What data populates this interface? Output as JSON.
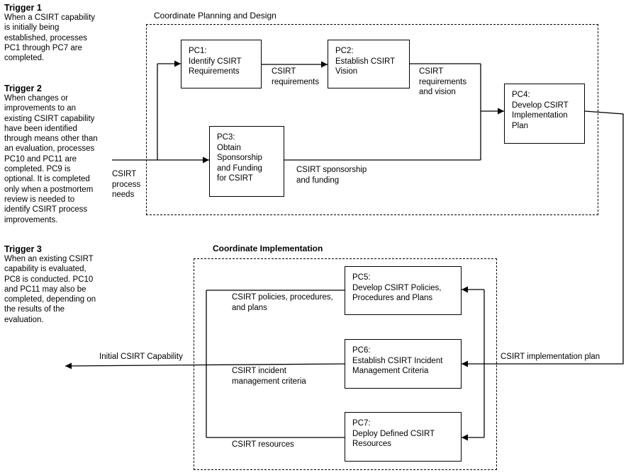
{
  "triggers": [
    {
      "title": "Trigger 1",
      "text": "When a CSIRT capability\nis initially being\nestablished, processes\nPC1 through PC7 are\ncompleted."
    },
    {
      "title": "Trigger 2",
      "text": "When changes or\nimprovements to an\nexisting CSIRT capability\nhave been identified\nthrough means other than\nan evaluation, processes\nPC10 and PC11 are\ncompleted. PC9 is\noptional. It is completed\nonly when a postmortem\nreview is needed to\nidentify CSIRT process\nimprovements."
    },
    {
      "title": "Trigger 3",
      "text": "When an existing CSIRT\ncapability is evaluated,\nPC8 is conducted. PC10\nand PC11 may also be\ncompleted, depending on\nthe results of the\nevaluation."
    }
  ],
  "regions": {
    "planning": "Coordinate Planning and Design",
    "implementation": "Coordinate Implementation"
  },
  "processes": {
    "pc1": "PC1:\nIdentify CSIRT\nRequirements",
    "pc2": "PC2:\nEstablish CSIRT\nVision",
    "pc3": "PC3:\nObtain\nSponsorship\nand Funding\nfor CSIRT",
    "pc4": "PC4:\nDevelop CSIRT\nImplementation\nPlan",
    "pc5": "PC5:\nDevelop CSIRT Policies,\nProcedures and Plans",
    "pc6": "PC6:\nEstablish CSIRT Incident\nManagement Criteria",
    "pc7": "PC7:\nDeploy Defined CSIRT\nResources"
  },
  "flows": {
    "process_needs": "CSIRT\nprocess\nneeds",
    "requirements": "CSIRT\nrequirements",
    "requirements_vision": "CSIRT\nrequirements\nand vision",
    "sponsorship": "CSIRT sponsorship\nand funding",
    "implementation_plan": "CSIRT implementation plan",
    "policies": "CSIRT policies, procedures,\nand plans",
    "criteria": "CSIRT incident\nmanagement criteria",
    "resources": "CSIRT resources",
    "initial_capability": "Initial CSIRT Capability"
  }
}
